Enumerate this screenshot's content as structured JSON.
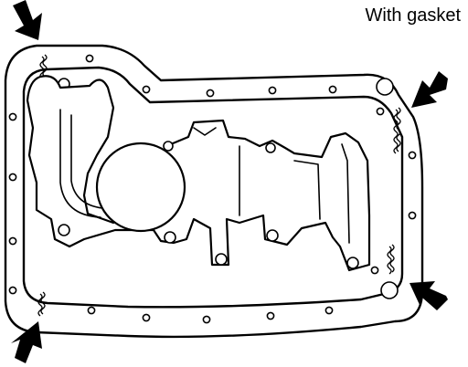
{
  "caption": "With gasket",
  "colors": {
    "ink": "#000000",
    "paper": "#ffffff"
  },
  "icons": {
    "arrows": [
      "arrow-icon-top-left",
      "arrow-icon-top-right",
      "arrow-icon-bottom-right",
      "arrow-icon-bottom-left"
    ]
  }
}
